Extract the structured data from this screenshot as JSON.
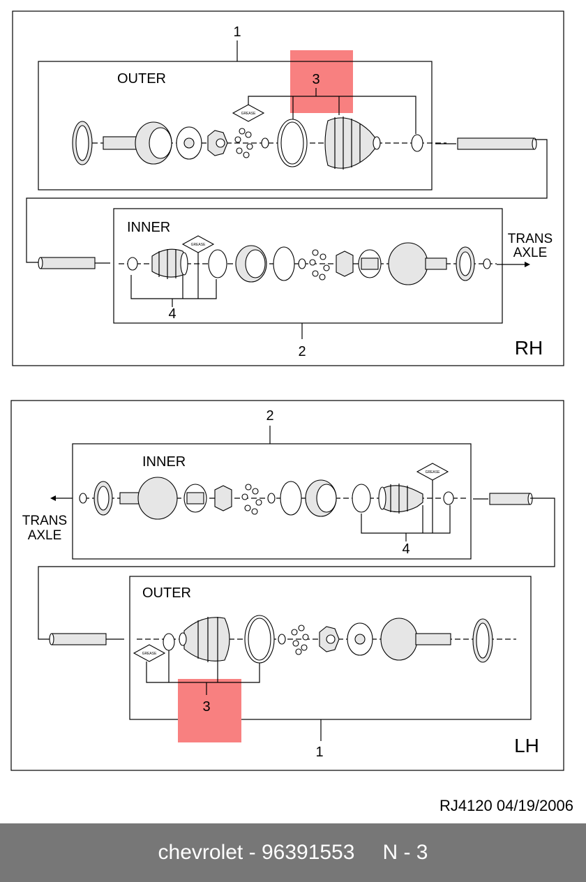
{
  "colors": {
    "highlight": "#f88080",
    "footer_bg": "#777777",
    "line": "#000000"
  },
  "rh_panel": {
    "corner_label": "RH",
    "assembly_callout": "1",
    "inner_callout": "2",
    "outer_box": {
      "title": "OUTER",
      "callout": "3",
      "grease_label": "GREASE"
    },
    "inner_box": {
      "title": "INNER",
      "callout": "4",
      "grease_label": "GREASE"
    },
    "direction": {
      "line1": "TRANS",
      "line2": "AXLE"
    }
  },
  "lh_panel": {
    "corner_label": "LH",
    "assembly_callout": "1",
    "inner_callout": "2",
    "inner_box": {
      "title": "INNER",
      "callout": "4",
      "grease_label": "GREASE"
    },
    "outer_box": {
      "title": "OUTER",
      "callout": "3",
      "grease_label": "GREASE"
    },
    "direction": {
      "line1": "TRANS",
      "line2": "AXLE"
    }
  },
  "drawing_ref": "RJ4120  04/19/2006",
  "footer": {
    "brand": "chevrolet",
    "separator": "-",
    "part_number": "96391553",
    "page": "N - 3"
  }
}
